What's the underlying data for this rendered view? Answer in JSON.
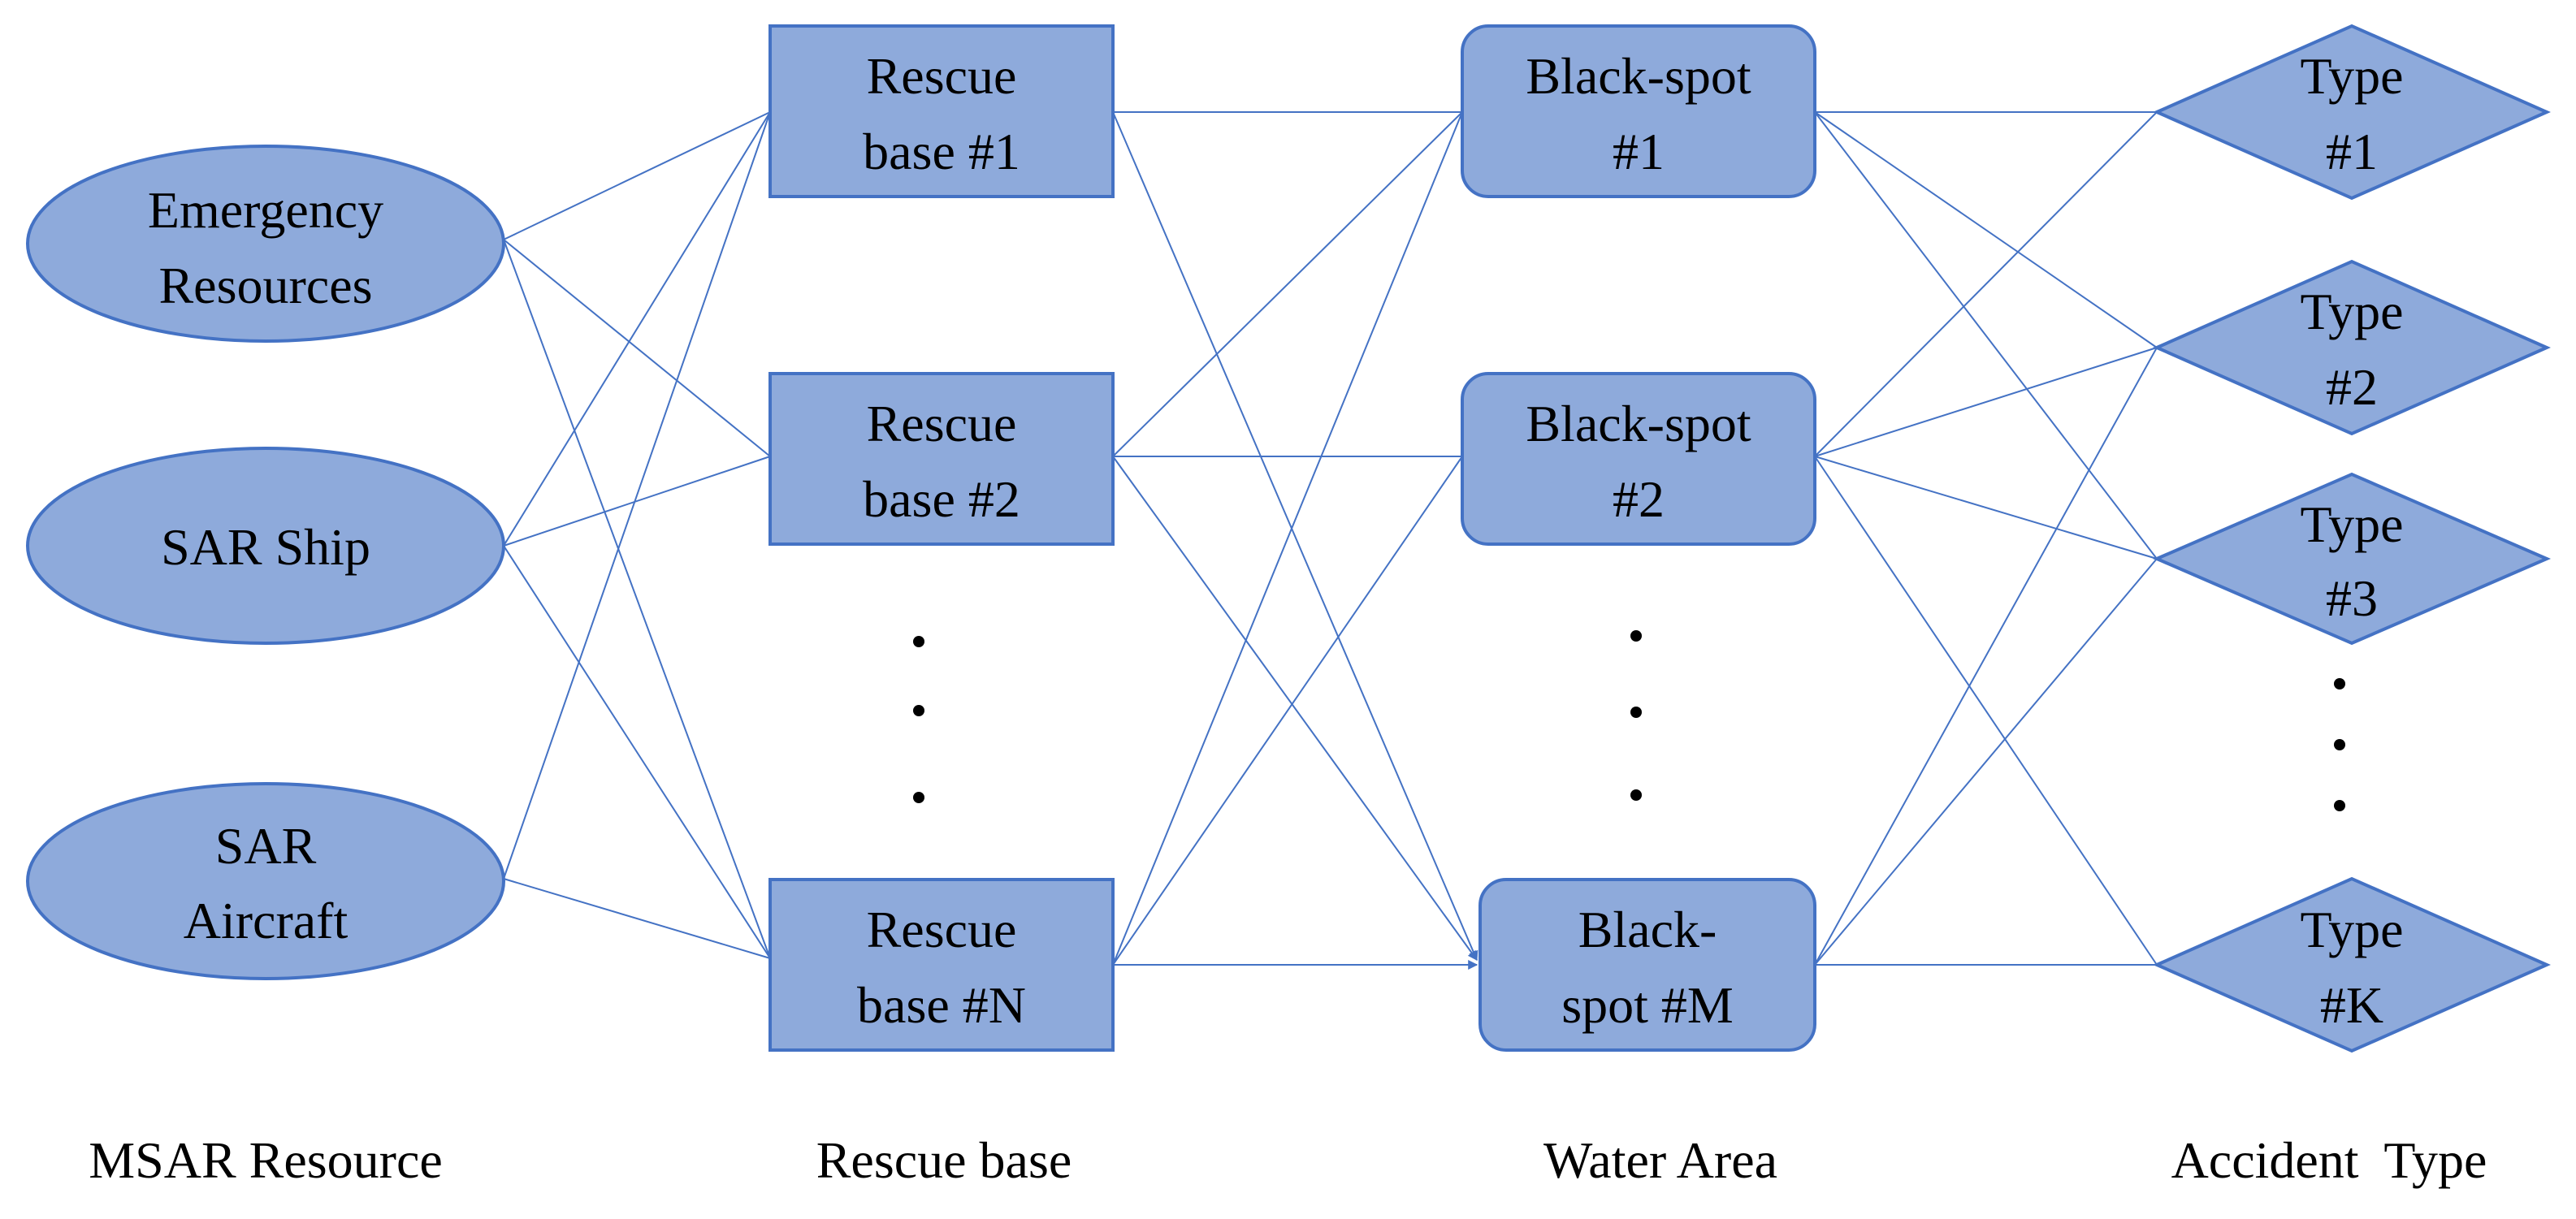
{
  "colors": {
    "node_fill": "#8eaadb",
    "node_stroke": "#4472c4",
    "edge": "#4472c4",
    "text": "#000000"
  },
  "columns": {
    "resource": "MSAR Resource",
    "base": "Rescue base",
    "water": "Water Area",
    "accident": "Accident  Type"
  },
  "nodes": {
    "resources": [
      {
        "line1": "Emergency",
        "line2": "Resources"
      },
      {
        "line1": "SAR Ship",
        "line2": ""
      },
      {
        "line1": "SAR",
        "line2": "Aircraft"
      }
    ],
    "bases": [
      {
        "line1": "Rescue",
        "line2": "base #1"
      },
      {
        "line1": "Rescue",
        "line2": "base #2"
      },
      {
        "line1": "Rescue",
        "line2": "base #N"
      }
    ],
    "blackspots": [
      {
        "line1": "Black-spot",
        "line2": "#1"
      },
      {
        "line1": "Black-spot",
        "line2": "#2"
      },
      {
        "line1": "Black-",
        "line2": "spot #M"
      }
    ],
    "types": [
      {
        "line1": "Type",
        "line2": "#1"
      },
      {
        "line1": "Type",
        "line2": "#2"
      },
      {
        "line1": "Type",
        "line2": "#3"
      },
      {
        "line1": "Type",
        "line2": "#K"
      }
    ]
  },
  "shapes": {
    "resource": "ellipse",
    "base": "rectangle",
    "water": "rounded-rectangle",
    "accident": "diamond"
  },
  "ellipsis": "vertical-dots"
}
